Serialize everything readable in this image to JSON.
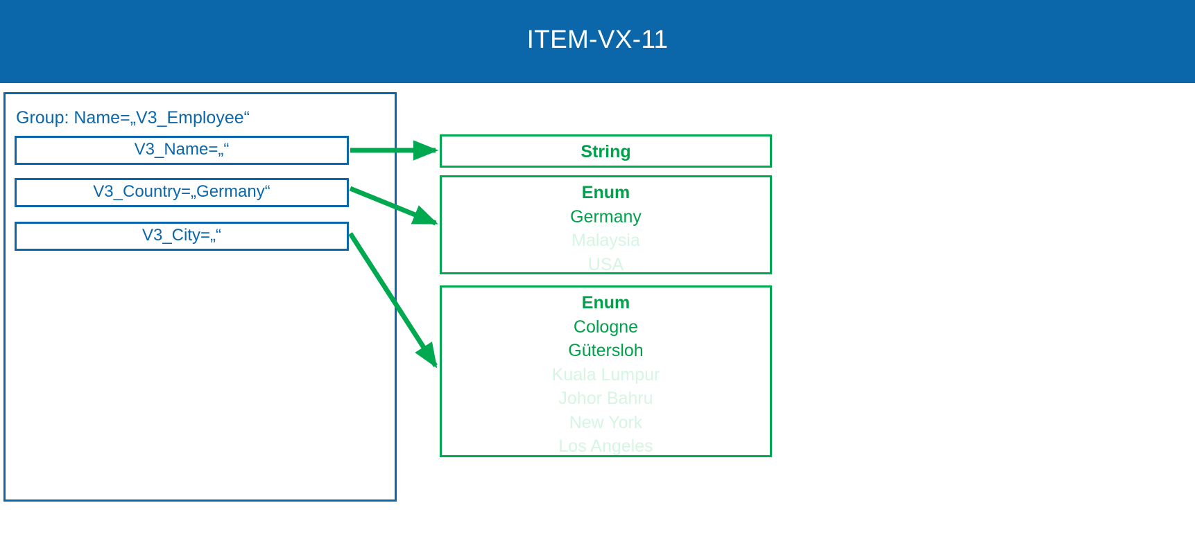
{
  "header": {
    "title": "ITEM-VX-11",
    "background_color": "#0B67A9",
    "text_color": "#FFFFFF"
  },
  "colors": {
    "blue": "#0B67A9",
    "green": "#00A14A",
    "green_border": "#00A94F",
    "green_dim": "#D6F5E3",
    "white": "#FFFFFF"
  },
  "group_panel": {
    "label": "Group: Name=„V3_Employee“",
    "attributes": [
      {
        "label": "V3_Name=„“"
      },
      {
        "label": "V3_Country=„Germany“"
      },
      {
        "label": "V3_City=„“"
      }
    ]
  },
  "type_boxes": [
    {
      "head": "String",
      "values": []
    },
    {
      "head": "Enum",
      "values": [
        {
          "text": "Germany",
          "dimmed": false
        },
        {
          "text": "Malaysia",
          "dimmed": true
        },
        {
          "text": "USA",
          "dimmed": true
        }
      ]
    },
    {
      "head": "Enum",
      "values": [
        {
          "text": "Cologne",
          "dimmed": false
        },
        {
          "text": "Gütersloh",
          "dimmed": false
        },
        {
          "text": "Kuala Lumpur",
          "dimmed": true
        },
        {
          "text": "Johor Bahru",
          "dimmed": true
        },
        {
          "text": "New York",
          "dimmed": true
        },
        {
          "text": "Los Angeles",
          "dimmed": true
        }
      ]
    }
  ],
  "connectors": [
    {
      "from": "V3_Name",
      "to": "String"
    },
    {
      "from": "V3_Country",
      "to": "Enum (countries)"
    },
    {
      "from": "V3_City",
      "to": "Enum (cities)"
    }
  ]
}
